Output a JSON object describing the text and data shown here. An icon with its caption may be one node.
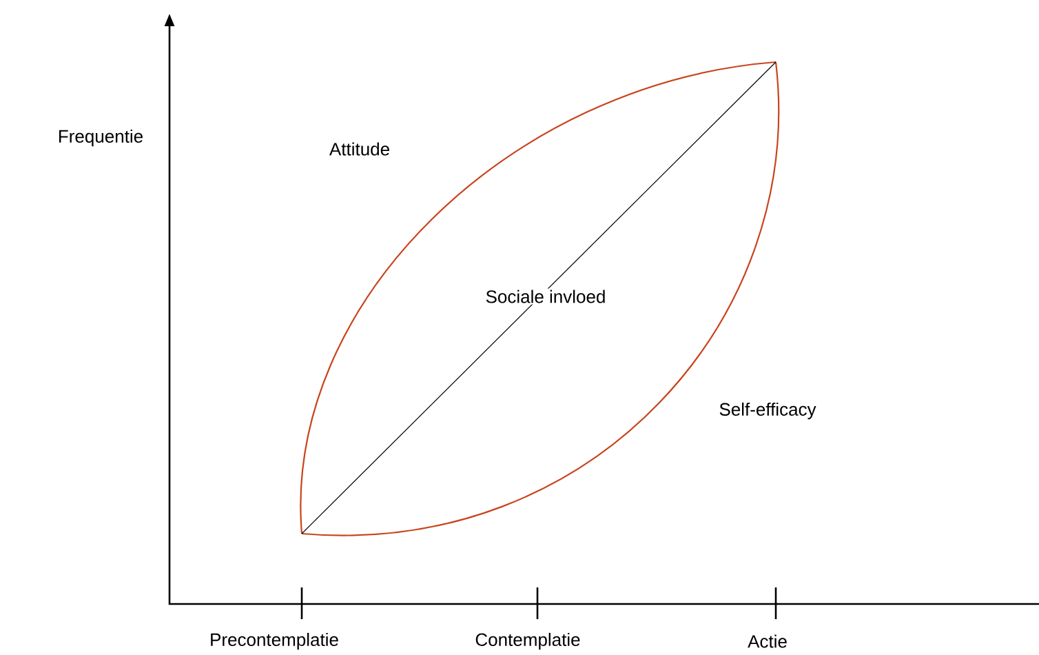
{
  "diagram": {
    "labels": [
      "Frequentie",
      "Attitude",
      "Sociale invloed",
      "Self-efficacy",
      "Precontemplatie",
      "Contemplatie",
      "Actie"
    ]
  }
}
